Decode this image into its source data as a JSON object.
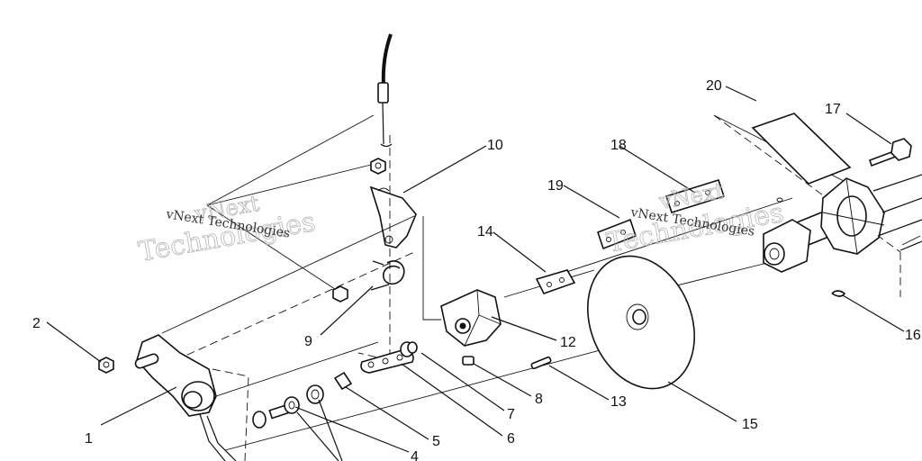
{
  "diagram": {
    "type": "exploded-parts-diagram",
    "callouts": [
      "1",
      "2",
      "4",
      "5",
      "6",
      "7",
      "8",
      "9",
      "10",
      "12",
      "13",
      "14",
      "15",
      "16",
      "17",
      "18",
      "19",
      "20"
    ],
    "watermark": {
      "large_line1": "vNext",
      "large_line2": "Technologies",
      "small": "vNext Technologies"
    }
  }
}
